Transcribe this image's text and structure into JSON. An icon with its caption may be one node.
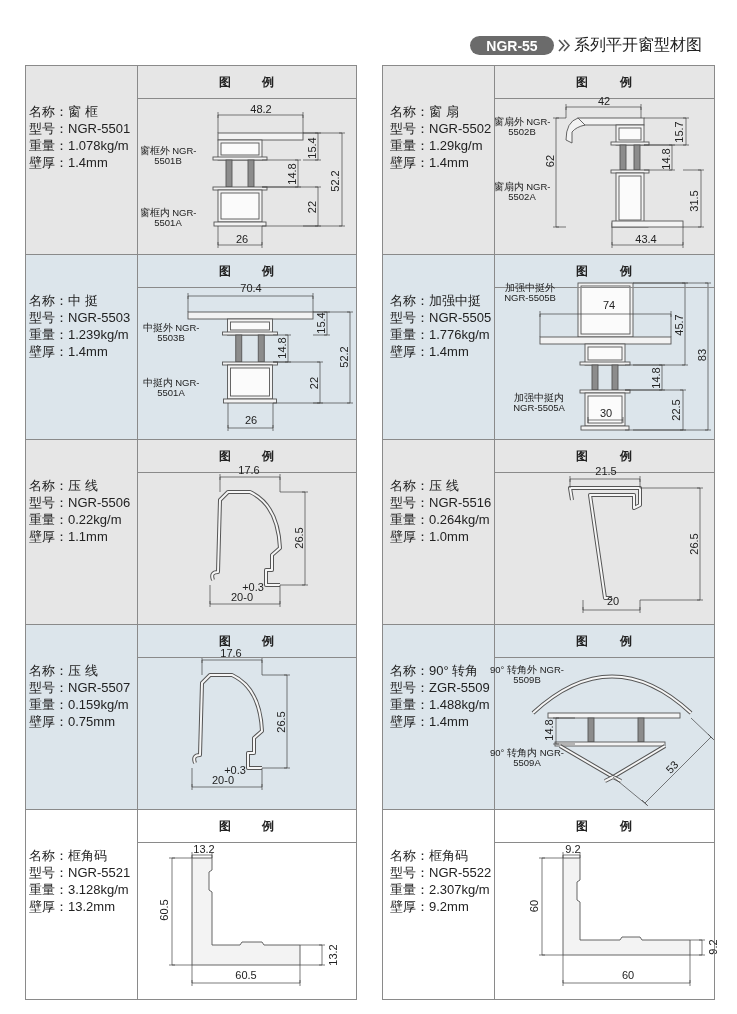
{
  "diagram": {
    "title": "系列平开窗型材图",
    "labels": [
      "NGR-55"
    ],
    "nodes": [
      {
        "text": [
          "名称：窗 框",
          "型号：NGR-5501",
          "重量：1.078kg/m",
          "壁厚：1.4mm",
          "图 例",
          "48.2",
          "窗框外 NGR-5501B",
          "15.4",
          "14.8",
          "52.2",
          "22",
          "窗框内 NGR-5501A",
          "26"
        ]
      },
      {
        "text": [
          "名称：窗 扇",
          "型号：NGR-5502",
          "重量：1.29kg/m",
          "壁厚：1.4mm",
          "图 例",
          "42",
          "窗扇外 NGR-5502B",
          "15.7",
          "14.8",
          "62",
          "窗扇内 NGR-5502A",
          "31.5",
          "43.4"
        ]
      },
      {
        "text": [
          "名称：中 挺",
          "型号：NGR-5503",
          "重量：1.239kg/m",
          "壁厚：1.4mm",
          "图 例",
          "70.4",
          "中挺外 NGR-5503B",
          "15.4",
          "14.8",
          "52.2",
          "中挺内 NGR-5501A",
          "22",
          "26"
        ]
      },
      {
        "text": [
          "名称：加强中挺",
          "型号：NGR-5505",
          "重量：1.776kg/m",
          "壁厚：1.4mm",
          "图 例",
          "加强中挺外 NGR-5505B",
          "74",
          "45.7",
          "83",
          "14.8",
          "加强中挺内 NGR-5505A",
          "30",
          "22.5"
        ]
      },
      {
        "text": [
          "名称：压 线",
          "型号：NGR-5506",
          "重量：0.22kg/m",
          "壁厚：1.1mm",
          "图 例",
          "17.6",
          "26.5",
          "+0.3",
          "20-0"
        ]
      },
      {
        "text": [
          "名称：压 线",
          "型号：NGR-5516",
          "重量：0.264kg/m",
          "壁厚：1.0mm",
          "图 例",
          "21.5",
          "26.5",
          "20"
        ]
      },
      {
        "text": [
          "名称：压 线",
          "型号：NGR-5507",
          "重量：0.159kg/m",
          "壁厚：0.75mm",
          "图 例",
          "17.6",
          "26.5",
          "+0.3",
          "20-0"
        ]
      },
      {
        "text": [
          "名称：90° 转角",
          "型号：ZGR-5509",
          "重量：1.488kg/m",
          "壁厚：1.4mm",
          "图 例",
          "90° 转角外 NGR-5509B",
          "14.8",
          "90° 转角内 NGR-5509A",
          "53"
        ]
      },
      {
        "text": [
          "名称：框角码",
          "型号：NGR-5521",
          "重量：3.128kg/m",
          "壁厚：13.2mm",
          "图 例",
          "13.2",
          "60.5",
          "60.5",
          "13.2"
        ]
      },
      {
        "text": [
          "名称：框角码",
          "型号：NGR-5522",
          "重量：2.307kg/m",
          "壁厚：9.2mm",
          "图 例",
          "9.2",
          "60",
          "60",
          "9.2"
        ]
      }
    ]
  }
}
